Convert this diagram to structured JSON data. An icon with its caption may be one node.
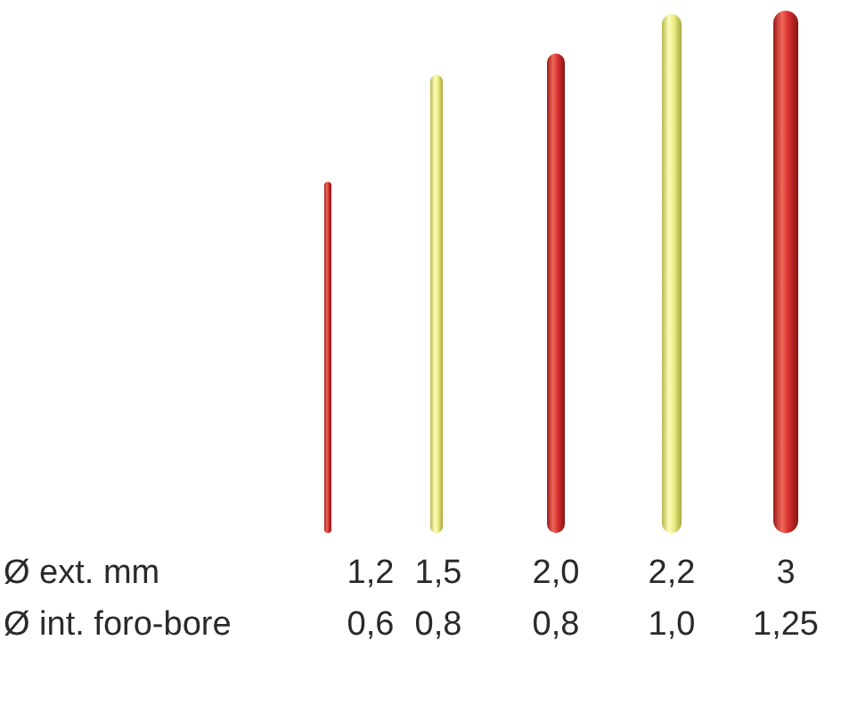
{
  "diagram": {
    "labels": [
      "Ø ext. mm",
      "1,2",
      "1,5",
      "2,0",
      "2,2",
      "3",
      "Ø int. foro-bore",
      "0,6",
      "0,8",
      "0,8",
      "1,0",
      "1,25"
    ]
  }
}
